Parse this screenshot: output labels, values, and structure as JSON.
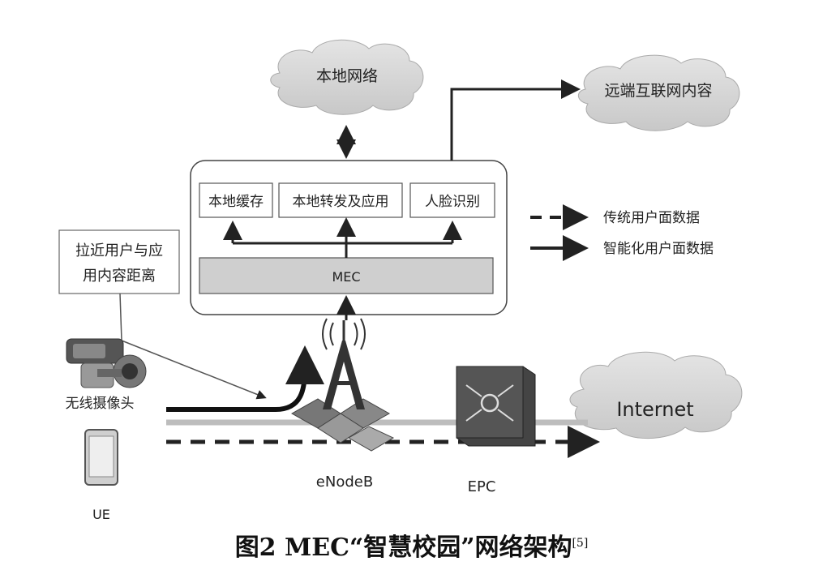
{
  "clouds": {
    "local_network": "本地网络",
    "remote_content": "远端互联网内容",
    "internet": "Internet"
  },
  "mec_box": {
    "local_cache": "本地缓存",
    "local_forward": "本地转发及应用",
    "face_recognition": "人脸识别",
    "platform": "MEC"
  },
  "legend": {
    "traditional": "传统用户面数据",
    "smart": "智能化用户面数据"
  },
  "note": {
    "line1": "拉近用户与应",
    "line2": "用内容距离"
  },
  "devices": {
    "camera": "无线摄像头",
    "ue": "UE",
    "enodeb": "eNodeB",
    "epc": "EPC"
  },
  "caption": {
    "main": "图2  MEC“智慧校园”网络架构",
    "ref": "[5]"
  }
}
